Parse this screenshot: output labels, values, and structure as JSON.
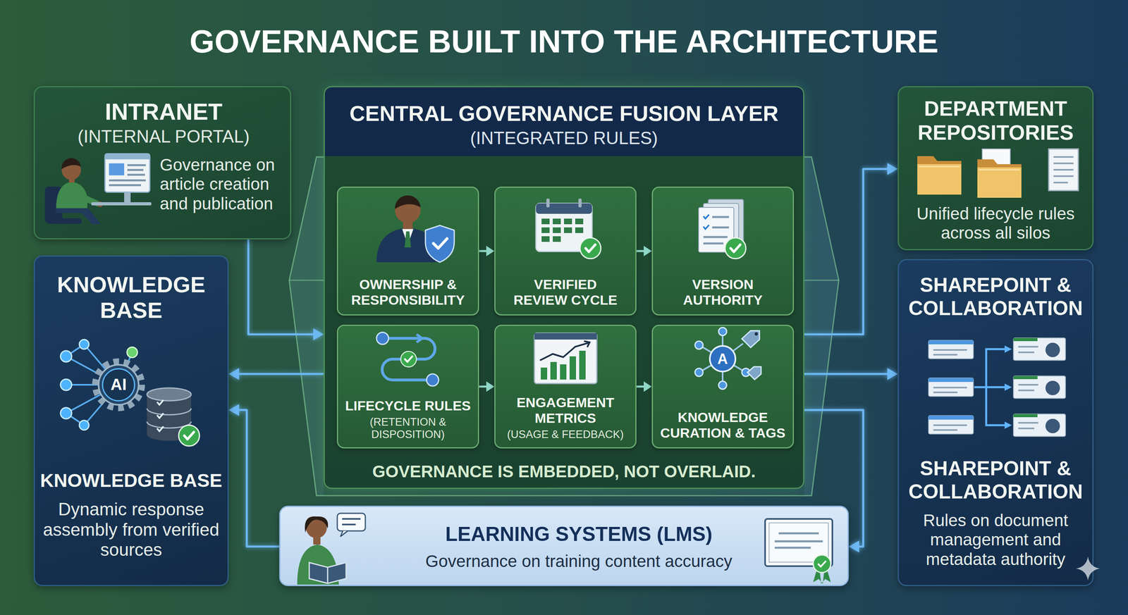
{
  "diagram": {
    "title": "GOVERNANCE BUILT INTO THE ARCHITECTURE",
    "nodes": [
      {
        "text": [
          "INTRANET",
          "(INTERNAL PORTAL)",
          "Governance on article creation and publication"
        ]
      },
      {
        "text": [
          "KNOWLEDGE BASE",
          "KNOWLEDGE BASE",
          "Dynamic response assembly from verified sources"
        ]
      },
      {
        "text": [
          "CENTRAL GOVERNANCE FUSION LAYER",
          "(INTEGRATED RULES)",
          "GOVERNANCE IS EMBEDDED, NOT OVERLAID."
        ]
      },
      {
        "text": [
          "OWNERSHIP & RESPONSIBILITY"
        ],
        "in": 2
      },
      {
        "text": [
          "VERIFIED REVIEW CYCLE"
        ],
        "in": 2
      },
      {
        "text": [
          "VERSION AUTHORITY"
        ],
        "in": 2
      },
      {
        "text": [
          "LIFECYCLE RULES",
          "(RETENTION & DISPOSITION)"
        ],
        "in": 2
      },
      {
        "text": [
          "ENGAGEMENT METRICS",
          "(USAGE & FEEDBACK)"
        ],
        "in": 2
      },
      {
        "text": [
          "KNOWLEDGE CURATION & TAGS"
        ],
        "in": 2
      },
      {
        "text": [
          "DEPARTMENT REPOSITORIES",
          "Unified lifecycle rules across all silos"
        ]
      },
      {
        "text": [
          "SHAREPOINT & COLLABORATION",
          "SHAREPOINT & COLLABORATION",
          "Rules on document management and metadata authority"
        ]
      },
      {
        "text": [
          "LEARNING SYSTEMS (LMS)",
          "Governance on training content accuracy"
        ]
      }
    ],
    "edges": [
      {
        "from": 0,
        "to": 2,
        "arrow": "to"
      },
      {
        "from": 2,
        "to": 1,
        "arrow": "to"
      },
      {
        "from": 11,
        "to": 1,
        "arrow": "to"
      },
      {
        "from": 2,
        "to": 9,
        "arrow": "to"
      },
      {
        "from": 2,
        "to": 10,
        "arrow": "to"
      },
      {
        "from": 2,
        "to": 11,
        "arrow": "to"
      },
      {
        "from": 3,
        "to": 4,
        "arrow": "to"
      },
      {
        "from": 4,
        "to": 5,
        "arrow": "to"
      },
      {
        "from": 6,
        "to": 7,
        "arrow": "to"
      },
      {
        "from": 7,
        "to": 8,
        "arrow": "to"
      }
    ],
    "labels": [
      "AI",
      "A"
    ]
  }
}
